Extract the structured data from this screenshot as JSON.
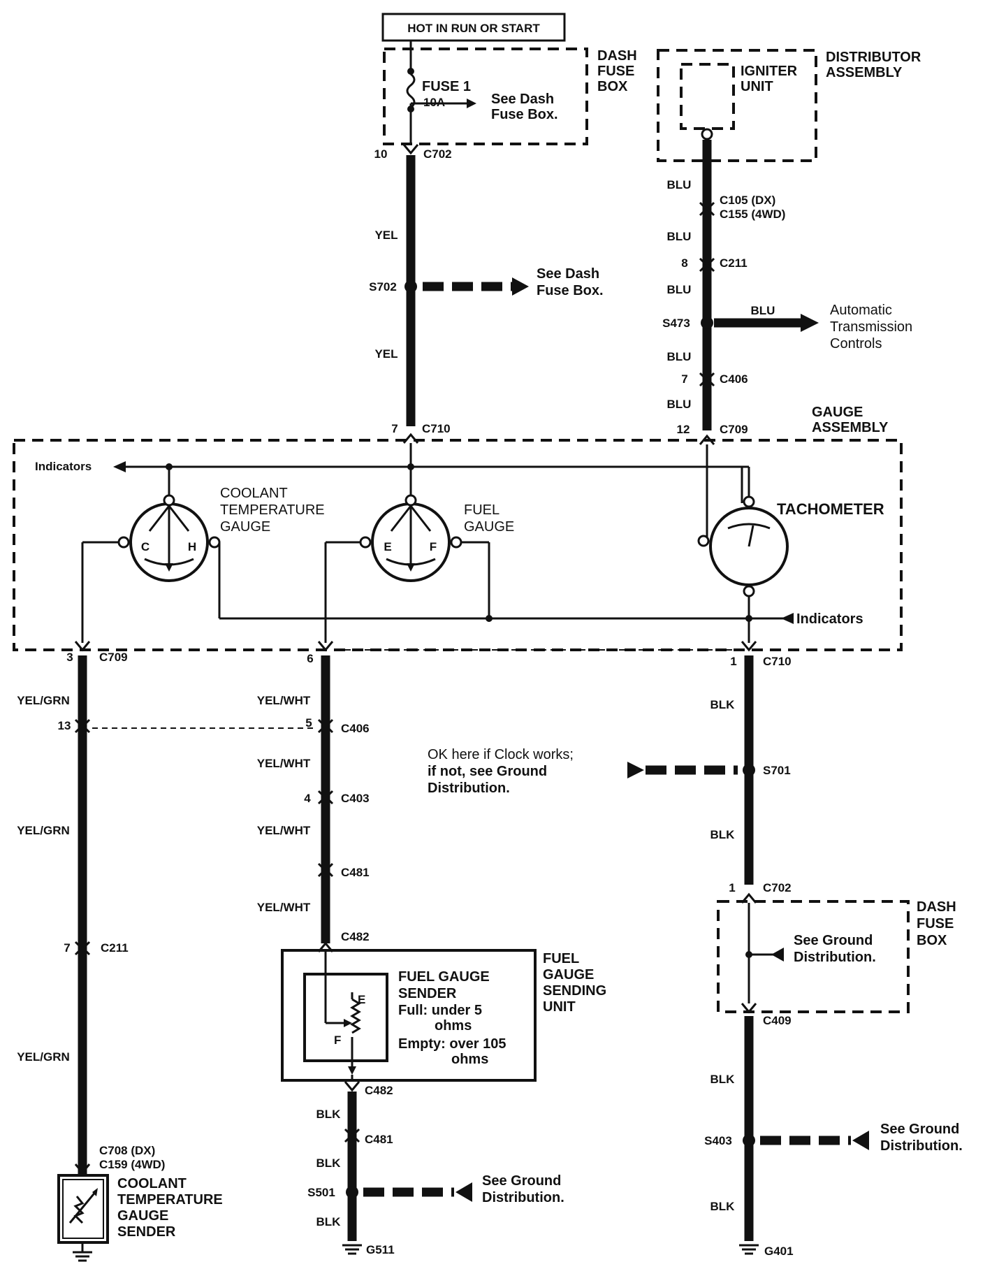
{
  "header_power": "HOT IN RUN OR START",
  "dash_fuse_box_top": [
    "DASH",
    "FUSE",
    "BOX"
  ],
  "fuse": {
    "name": "FUSE 1",
    "rating": "10A",
    "see": [
      "See Dash",
      "Fuse Box."
    ]
  },
  "distributor": {
    "title": [
      "DISTRIBUTOR",
      "ASSEMBLY"
    ],
    "igniter": [
      "IGNITER",
      "UNIT"
    ]
  },
  "left_top_wire": {
    "c702_pin": "10",
    "c702": "C702",
    "color": "YEL",
    "s702": "S702",
    "s702_see": [
      "See Dash",
      "Fuse Box."
    ],
    "c710_pin": "7",
    "c710": "C710"
  },
  "blu_wire": {
    "color": "BLU",
    "c105": "C105 (DX)",
    "c155": "C155 (4WD)",
    "c211_pin": "8",
    "c211": "C211",
    "s473": "S473",
    "atc": [
      "Automatic",
      "Transmission",
      "Controls"
    ],
    "c406_pin": "7",
    "c406": "C406",
    "c709_pin": "12",
    "c709": "C709"
  },
  "gauge_assembly": {
    "title": [
      "GAUGE",
      "ASSEMBLY"
    ],
    "indicators_left": "Indicators",
    "indicators_right": "Indicators",
    "coolant_gauge": [
      "COOLANT",
      "TEMPERATURE",
      "GAUGE"
    ],
    "coolant_marks": [
      "C",
      "H"
    ],
    "fuel_gauge": [
      "FUEL",
      "GAUGE"
    ],
    "fuel_marks": [
      "E",
      "F"
    ],
    "tachometer": "TACHOMETER"
  },
  "coolant_wire": {
    "c709_pin": "3",
    "c709": "C709",
    "color": "YEL/GRN",
    "c406_pin": "13",
    "c211_pin": "7",
    "c211": "C211",
    "c708": "C708 (DX)",
    "c159": "C159 (4WD)",
    "sender": [
      "COOLANT",
      "TEMPERATURE",
      "GAUGE",
      "SENDER"
    ]
  },
  "fuel_wire": {
    "c709_pin": "6",
    "color": "YEL/WHT",
    "c406_pin": "5",
    "c406": "C406",
    "c403_pin": "4",
    "c403": "C403",
    "c481": "C481",
    "c482": "C482",
    "unit_title": [
      "FUEL",
      "GAUGE",
      "SENDING",
      "UNIT"
    ],
    "sender_title": [
      "FUEL GAUGE",
      "SENDER"
    ],
    "full_label": "Full: under 5",
    "full_unit": "ohms",
    "empty_label": "Empty: over 105",
    "empty_unit": "ohms",
    "marks": [
      "E",
      "F"
    ],
    "blk": "BLK",
    "c482b": "C482",
    "c481b": "C481",
    "s501": "S501",
    "s501_see": [
      "See Ground",
      "Distribution."
    ],
    "g511": "G511"
  },
  "ground_wire": {
    "c710_pin": "1",
    "c710": "C710",
    "color": "BLK",
    "note": [
      "OK here if Clock works;",
      "if not,  see Ground",
      "Distribution."
    ],
    "s701": "S701",
    "c702_pin": "1",
    "c702": "C702",
    "fuse_box": [
      "DASH",
      "FUSE",
      "BOX"
    ],
    "see_ground": [
      "See Ground",
      "Distribution."
    ],
    "c409": "C409",
    "s403": "S403",
    "s403_see": [
      "See Ground",
      "Distribution."
    ],
    "g401": "G401"
  }
}
